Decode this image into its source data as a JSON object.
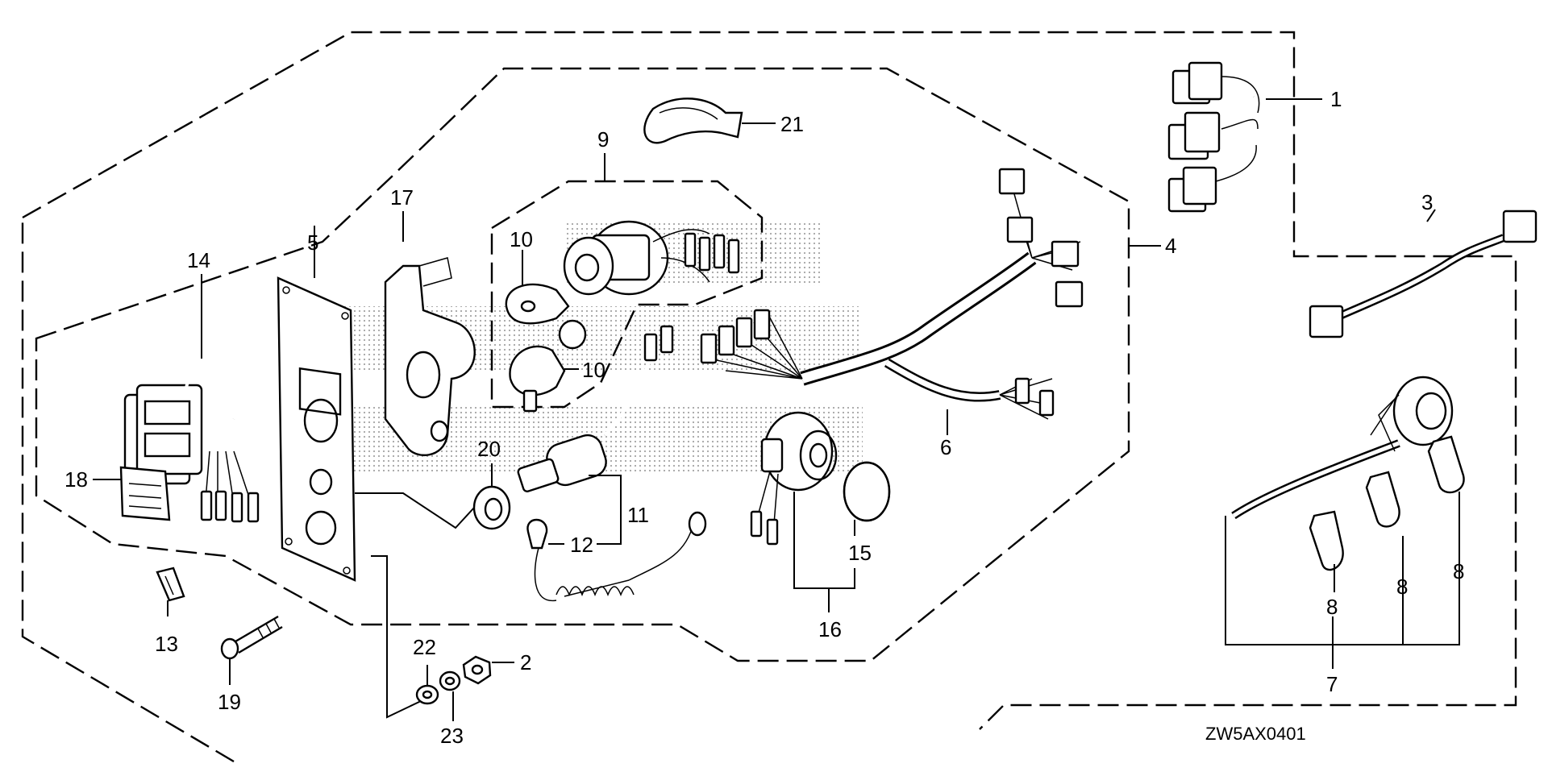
{
  "diagram": {
    "callouts": [
      {
        "id": "c1",
        "text": "1"
      },
      {
        "id": "c2",
        "text": "2"
      },
      {
        "id": "c3",
        "text": "3"
      },
      {
        "id": "c4",
        "text": "4"
      },
      {
        "id": "c5",
        "text": "5"
      },
      {
        "id": "c6",
        "text": "6"
      },
      {
        "id": "c7",
        "text": "7"
      },
      {
        "id": "c8a",
        "text": "8"
      },
      {
        "id": "c8b",
        "text": "8"
      },
      {
        "id": "c8c",
        "text": "8"
      },
      {
        "id": "c9",
        "text": "9"
      },
      {
        "id": "c10a",
        "text": "10"
      },
      {
        "id": "c10b",
        "text": "10"
      },
      {
        "id": "c11",
        "text": "11"
      },
      {
        "id": "c12",
        "text": "12"
      },
      {
        "id": "c13",
        "text": "13"
      },
      {
        "id": "c14",
        "text": "14"
      },
      {
        "id": "c15",
        "text": "15"
      },
      {
        "id": "c16",
        "text": "16"
      },
      {
        "id": "c17",
        "text": "17"
      },
      {
        "id": "c18",
        "text": "18"
      },
      {
        "id": "c19",
        "text": "19"
      },
      {
        "id": "c20",
        "text": "20"
      },
      {
        "id": "c21",
        "text": "21"
      },
      {
        "id": "c22",
        "text": "22"
      },
      {
        "id": "c23",
        "text": "23"
      }
    ],
    "drawing_code": "ZW5AX0401"
  }
}
